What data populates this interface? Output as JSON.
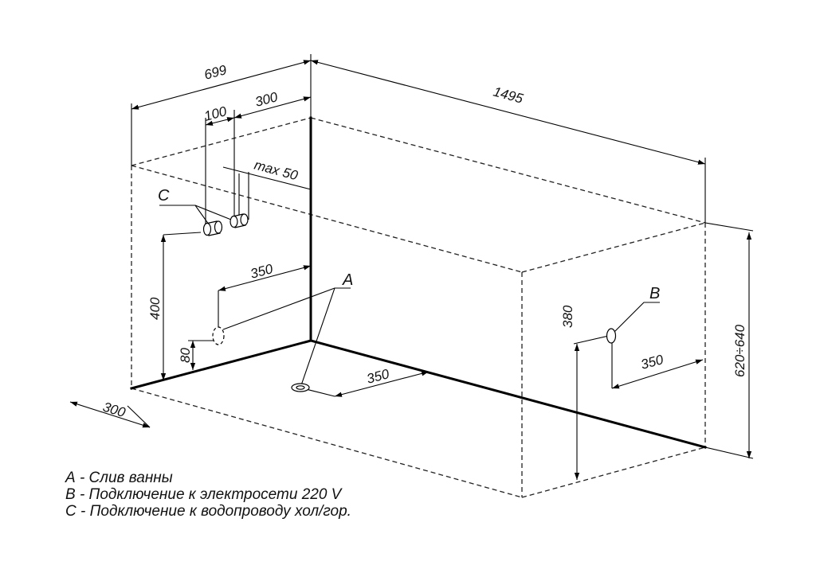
{
  "dimensions": {
    "total_width": "699",
    "pipe_spacing": "100",
    "pipe_offset": "300",
    "max_depth": "max  50",
    "length": "1495",
    "pipe_height": "400",
    "drain_offset_wall": "350",
    "drain_height": "80",
    "front_offset": "300",
    "drain_offset_floor": "350",
    "outlet_height": "380",
    "outlet_offset": "350",
    "total_height": "620÷640"
  },
  "labels": {
    "a": "A",
    "b": "B",
    "c": "C"
  },
  "legend": [
    {
      "key": "A",
      "text": "А - Слив ванны"
    },
    {
      "key": "B",
      "text": "В - Подключение к электросети 220 V"
    },
    {
      "key": "C",
      "text": "С - Подключение к водопроводу хол/гор."
    }
  ],
  "colors": {
    "line": "#000000",
    "background": "#ffffff"
  }
}
